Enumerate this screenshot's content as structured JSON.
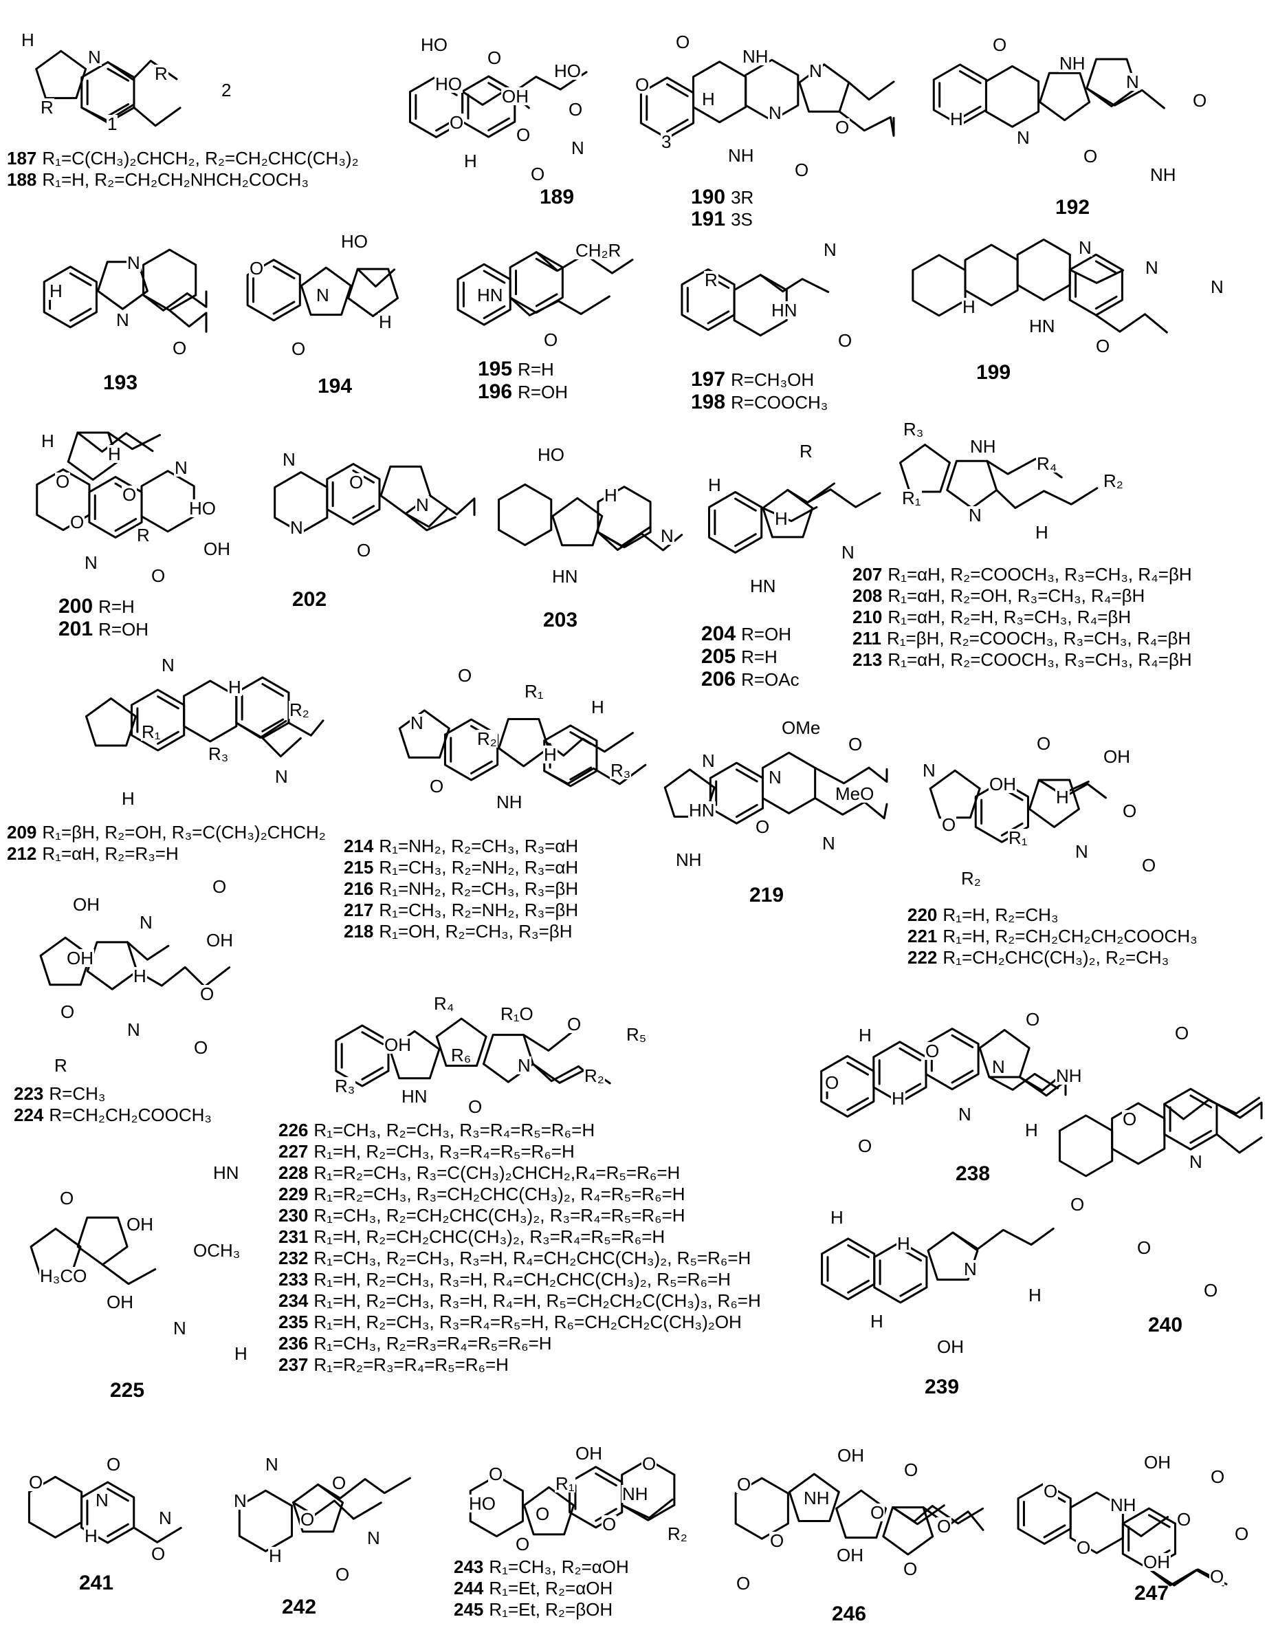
{
  "compounds": [
    {
      "id": "c187",
      "label": "187",
      "atoms": [
        "H",
        "N",
        "R",
        "2",
        "R",
        "1"
      ],
      "legend": [
        "R1=C(CH3)2CHCH2, R2=CH2CHC(CH3)2"
      ],
      "legend_rows": [
        {
          "num": "187",
          "text": "R₁=C(CH₃)₂CHCH₂, R₂=CH₂CHC(CH₃)₂"
        },
        {
          "num": "188",
          "text": "R₁=H, R₂=CH₂CH₂NHCH₂COCH₃"
        }
      ]
    },
    {
      "id": "c189",
      "label": "189",
      "atoms": [
        "HO",
        "O",
        "HO",
        "HO",
        "OH",
        "O",
        "O",
        "O",
        "N",
        "H",
        "O"
      ]
    },
    {
      "id": "c190",
      "label": "190",
      "stereo": "3R",
      "label2": "191",
      "stereo2": "3S",
      "atoms": [
        "O",
        "NH",
        "N",
        "O",
        "H",
        "N",
        "O",
        "3",
        "NH",
        "O"
      ]
    },
    {
      "id": "c192",
      "label": "192",
      "atoms": [
        "O",
        "NH",
        "N",
        "O",
        "H",
        "N",
        "O",
        "NH"
      ]
    },
    {
      "id": "c193",
      "label": "193",
      "atoms": [
        "N",
        "H",
        "N",
        "O"
      ]
    },
    {
      "id": "c194",
      "label": "194",
      "atoms": [
        "HO",
        "O",
        "N",
        "H",
        "O"
      ]
    },
    {
      "id": "c195",
      "label": "195",
      "r": "R=H",
      "label2": "196",
      "r2": "R=OH",
      "atoms": [
        "CH₂R",
        "HN",
        "O"
      ]
    },
    {
      "id": "c197",
      "label": "197",
      "r": "R=CH₃OH",
      "label2": "198",
      "r2": "R=COOCH₃",
      "atoms": [
        "N",
        "R",
        "HN",
        "O"
      ]
    },
    {
      "id": "c199",
      "label": "199",
      "atoms": [
        "N",
        "N",
        "N",
        "H",
        "HN",
        "O"
      ]
    },
    {
      "id": "c200",
      "label": "200",
      "r": "R=H",
      "label2": "201",
      "r2": "R=OH",
      "atoms": [
        "H",
        "H",
        "N",
        "O",
        "O",
        "HO",
        "O",
        "R",
        "OH",
        "N",
        "O"
      ]
    },
    {
      "id": "c202",
      "label": "202",
      "atoms": [
        "N",
        "O",
        "N",
        "N",
        "O"
      ]
    },
    {
      "id": "c203",
      "label": "203",
      "atoms": [
        "HO",
        "H",
        "N",
        "HN"
      ]
    },
    {
      "id": "c204",
      "label": "204",
      "r": "R=OH",
      "label2": "205",
      "r2": "R=H",
      "label3": "206",
      "r3": "R=OAc",
      "atoms": [
        "R",
        "H",
        "H",
        "N",
        "HN"
      ]
    },
    {
      "id": "c207",
      "label": "207",
      "atoms": [
        "R₃",
        "NH",
        "R₄",
        "R₂",
        "R₁",
        "N",
        "H"
      ],
      "legend_rows": [
        {
          "num": "207",
          "text": "R₁=αH, R₂=COOCH₃, R₃=CH₃, R₄=βH"
        },
        {
          "num": "208",
          "text": "R₁=αH, R₂=OH, R₃=CH₃, R₄=βH"
        },
        {
          "num": "210",
          "text": "R₁=αH, R₂=H, R₃=CH₃, R₄=βH"
        },
        {
          "num": "211",
          "text": "R₁=βH, R₂=COOCH₃, R₃=CH₃, R₄=βH"
        },
        {
          "num": "213",
          "text": "R₁=αH, R₂=COOCH₃, R₃=CH₃, R₄=βH"
        }
      ]
    },
    {
      "id": "c209",
      "label": "209",
      "atoms": [
        "N",
        "H",
        "R₂",
        "R₁",
        "R₃",
        "N",
        "H"
      ],
      "legend_rows": [
        {
          "num": "209",
          "text": "R₁=βH, R₂=OH, R₃=C(CH₃)₂CHCH₂"
        },
        {
          "num": "212",
          "text": "R₁=αH, R₂=R₃=H"
        }
      ]
    },
    {
      "id": "c214",
      "label": "214",
      "atoms": [
        "O",
        "R₁",
        "H",
        "N",
        "R₂",
        "H",
        "R₃",
        "O",
        "NH"
      ],
      "legend_rows": [
        {
          "num": "214",
          "text": "R₁=NH₂, R₂=CH₃, R₃=αH"
        },
        {
          "num": "215",
          "text": "R₁=CH₃, R₂=NH₂, R₃=αH"
        },
        {
          "num": "216",
          "text": "R₁=NH₂, R₂=CH₃, R₃=βH"
        },
        {
          "num": "217",
          "text": "R₁=CH₃, R₂=NH₂, R₃=βH"
        },
        {
          "num": "218",
          "text": "R₁=OH, R₂=CH₃, R₃=βH"
        }
      ]
    },
    {
      "id": "c219",
      "label": "219",
      "atoms": [
        "OMe",
        "O",
        "N",
        "N",
        "MeO",
        "HN",
        "O",
        "N",
        "NH"
      ]
    },
    {
      "id": "c220",
      "label": "220",
      "atoms": [
        "O",
        "OH",
        "N",
        "OH",
        "H",
        "O",
        "O",
        "R₁",
        "N",
        "O",
        "R₂"
      ],
      "legend_rows": [
        {
          "num": "220",
          "text": "R₁=H, R₂=CH₃"
        },
        {
          "num": "221",
          "text": "R₁=H, R₂=CH₂CH₂CH₂COOCH₃"
        },
        {
          "num": "222",
          "text": "R₁=CH₂CHC(CH₃)₂, R₂=CH₃"
        }
      ]
    },
    {
      "id": "c223",
      "label": "223",
      "atoms": [
        "O",
        "OH",
        "N",
        "OH",
        "OH",
        "H",
        "O",
        "O",
        "N",
        "O",
        "R"
      ],
      "legend_rows": [
        {
          "num": "223",
          "text": "R=CH₃"
        },
        {
          "num": "224",
          "text": "R=CH₂CH₂COOCH₃"
        }
      ]
    },
    {
      "id": "c225",
      "label": "225",
      "atoms": [
        "HN",
        "O",
        "OH",
        "OCH₃",
        "H₃CO",
        "OH",
        "N",
        "H"
      ]
    },
    {
      "id": "c226",
      "label": "226",
      "atoms": [
        "R₄",
        "R₁O",
        "O",
        "R₅",
        "OH",
        "R₆",
        "N",
        "R₂",
        "R₃",
        "HN",
        "O"
      ],
      "legend_rows": [
        {
          "num": "226",
          "text": "R₁=CH₃, R₂=CH₃,  R₃=R₄=R₅=R₆=H"
        },
        {
          "num": "227",
          "text": "R₁=H, R₂=CH₃, R₃=R₄=R₅=R₆=H"
        },
        {
          "num": "228",
          "text": "R₁=R₂=CH₃, R₃=C(CH₃)₂CHCH₂,R₄=R₅=R₆=H"
        },
        {
          "num": "229",
          "text": "R₁=R₂=CH₃, R₃=CH₂CHC(CH₃)₂, R₄=R₅=R₆=H"
        },
        {
          "num": "230",
          "text": "R₁=CH₃, R₂=CH₂CHC(CH₃)₂, R₃=R₄=R₅=R₆=H"
        },
        {
          "num": "231",
          "text": "R₁=H, R₂=CH₂CHC(CH₃)₂, R₃=R₄=R₅=R₆=H"
        },
        {
          "num": "232",
          "text": "R₁=CH₃, R₂=CH₃, R₃=H, R₄=CH₂CHC(CH₃)₂, R₅=R₆=H"
        },
        {
          "num": "233",
          "text": "R₁=H, R₂=CH₃, R₃=H, R₄=CH₂CHC(CH₃)₂, R₅=R₆=H"
        },
        {
          "num": "234",
          "text": "R₁=H, R₂=CH₃, R₃=H, R₄=H, R₅=CH₂CH₂C(CH₃)₃, R₆=H"
        },
        {
          "num": "235",
          "text": "R₁=H, R₂=CH₃, R₃=R₄=R₅=H, R₆=CH₂CH₂C(CH₃)₂OH"
        },
        {
          "num": "236",
          "text": "R₁=CH₃, R₂=R₃=R₄=R₅=R₆=H"
        },
        {
          "num": "237",
          "text": "R₁=R₂=R₃=R₄=R₅=R₆=H"
        }
      ]
    },
    {
      "id": "c238",
      "label": "238",
      "atoms": [
        "O",
        "H",
        "O",
        "N",
        "O",
        "H",
        "N",
        "H",
        "O"
      ]
    },
    {
      "id": "c239",
      "label": "239",
      "atoms": [
        "H",
        "H",
        "N",
        "H",
        "H",
        "OH"
      ]
    },
    {
      "id": "c240",
      "label": "240",
      "atoms": [
        "O",
        "NH",
        "O",
        "N",
        "O",
        "O",
        "O"
      ]
    },
    {
      "id": "c241",
      "label": "241",
      "atoms": [
        "O",
        "O",
        "N",
        "N",
        "H",
        "O"
      ]
    },
    {
      "id": "c242",
      "label": "242",
      "atoms": [
        "N",
        "O",
        "N",
        "O",
        "N",
        "H",
        "O"
      ]
    },
    {
      "id": "c243",
      "label": "243",
      "atoms": [
        "OH",
        "O",
        "O",
        "R₁",
        "NH",
        "HO",
        "O",
        "O",
        "R₂",
        "O"
      ],
      "legend_rows": [
        {
          "num": "243",
          "text": "R₁=CH₃, R₂=αOH"
        },
        {
          "num": "244",
          "text": "R₁=Et, R₂=αOH"
        },
        {
          "num": "245",
          "text": "R₁=Et, R₂=βOH"
        }
      ]
    },
    {
      "id": "c246",
      "label": "246",
      "atoms": [
        "OH",
        "O",
        "O",
        "NH",
        "O",
        "O",
        "O",
        "OH",
        "O",
        "O"
      ]
    },
    {
      "id": "c247",
      "label": "247",
      "atoms": [
        "OH",
        "O",
        "O",
        "NH",
        "O",
        "O",
        "O",
        "OH",
        "O"
      ]
    }
  ]
}
